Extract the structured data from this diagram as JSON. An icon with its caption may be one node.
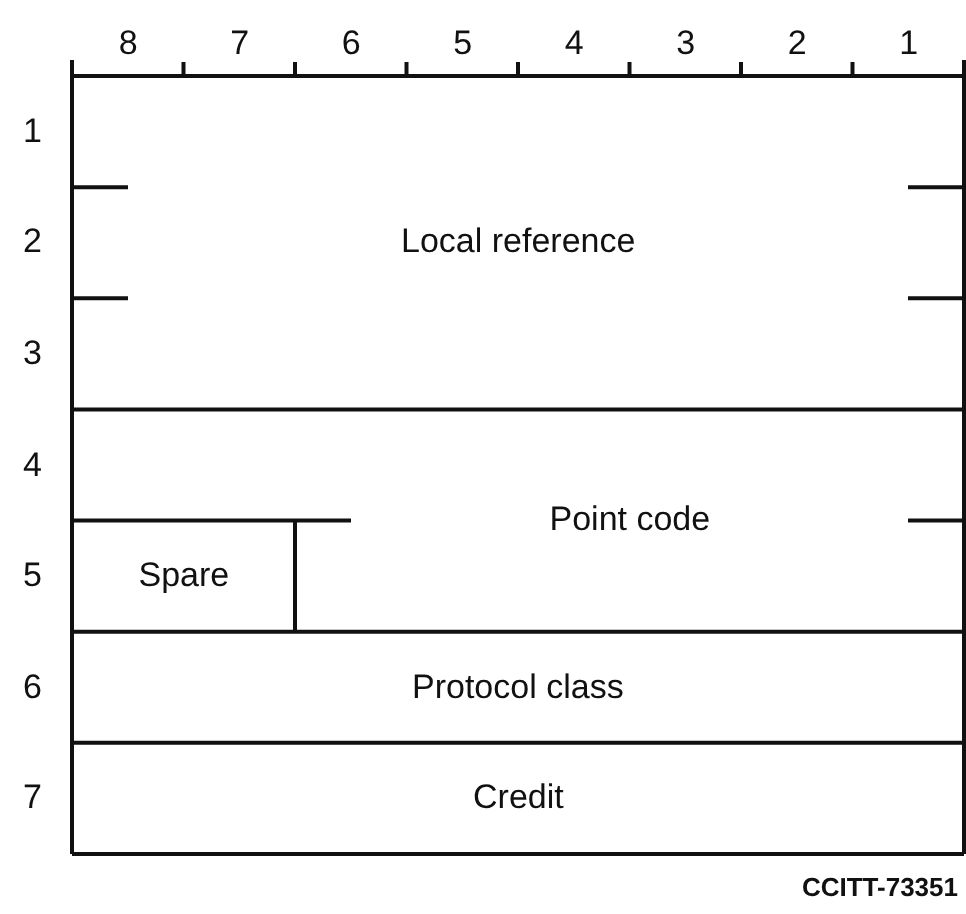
{
  "diagram": {
    "caption": "CCITT-73351",
    "nodes": [
      {
        "text": [
          "Local reference"
        ]
      },
      {
        "text": [
          "Point code"
        ]
      },
      {
        "text": [
          "Spare"
        ]
      },
      {
        "text": [
          "Protocol class"
        ]
      },
      {
        "text": [
          "Credit"
        ]
      }
    ],
    "labels": [
      "8",
      "7",
      "6",
      "5",
      "4",
      "3",
      "2",
      "1",
      "1",
      "2",
      "3",
      "4",
      "5",
      "6",
      "7"
    ]
  }
}
